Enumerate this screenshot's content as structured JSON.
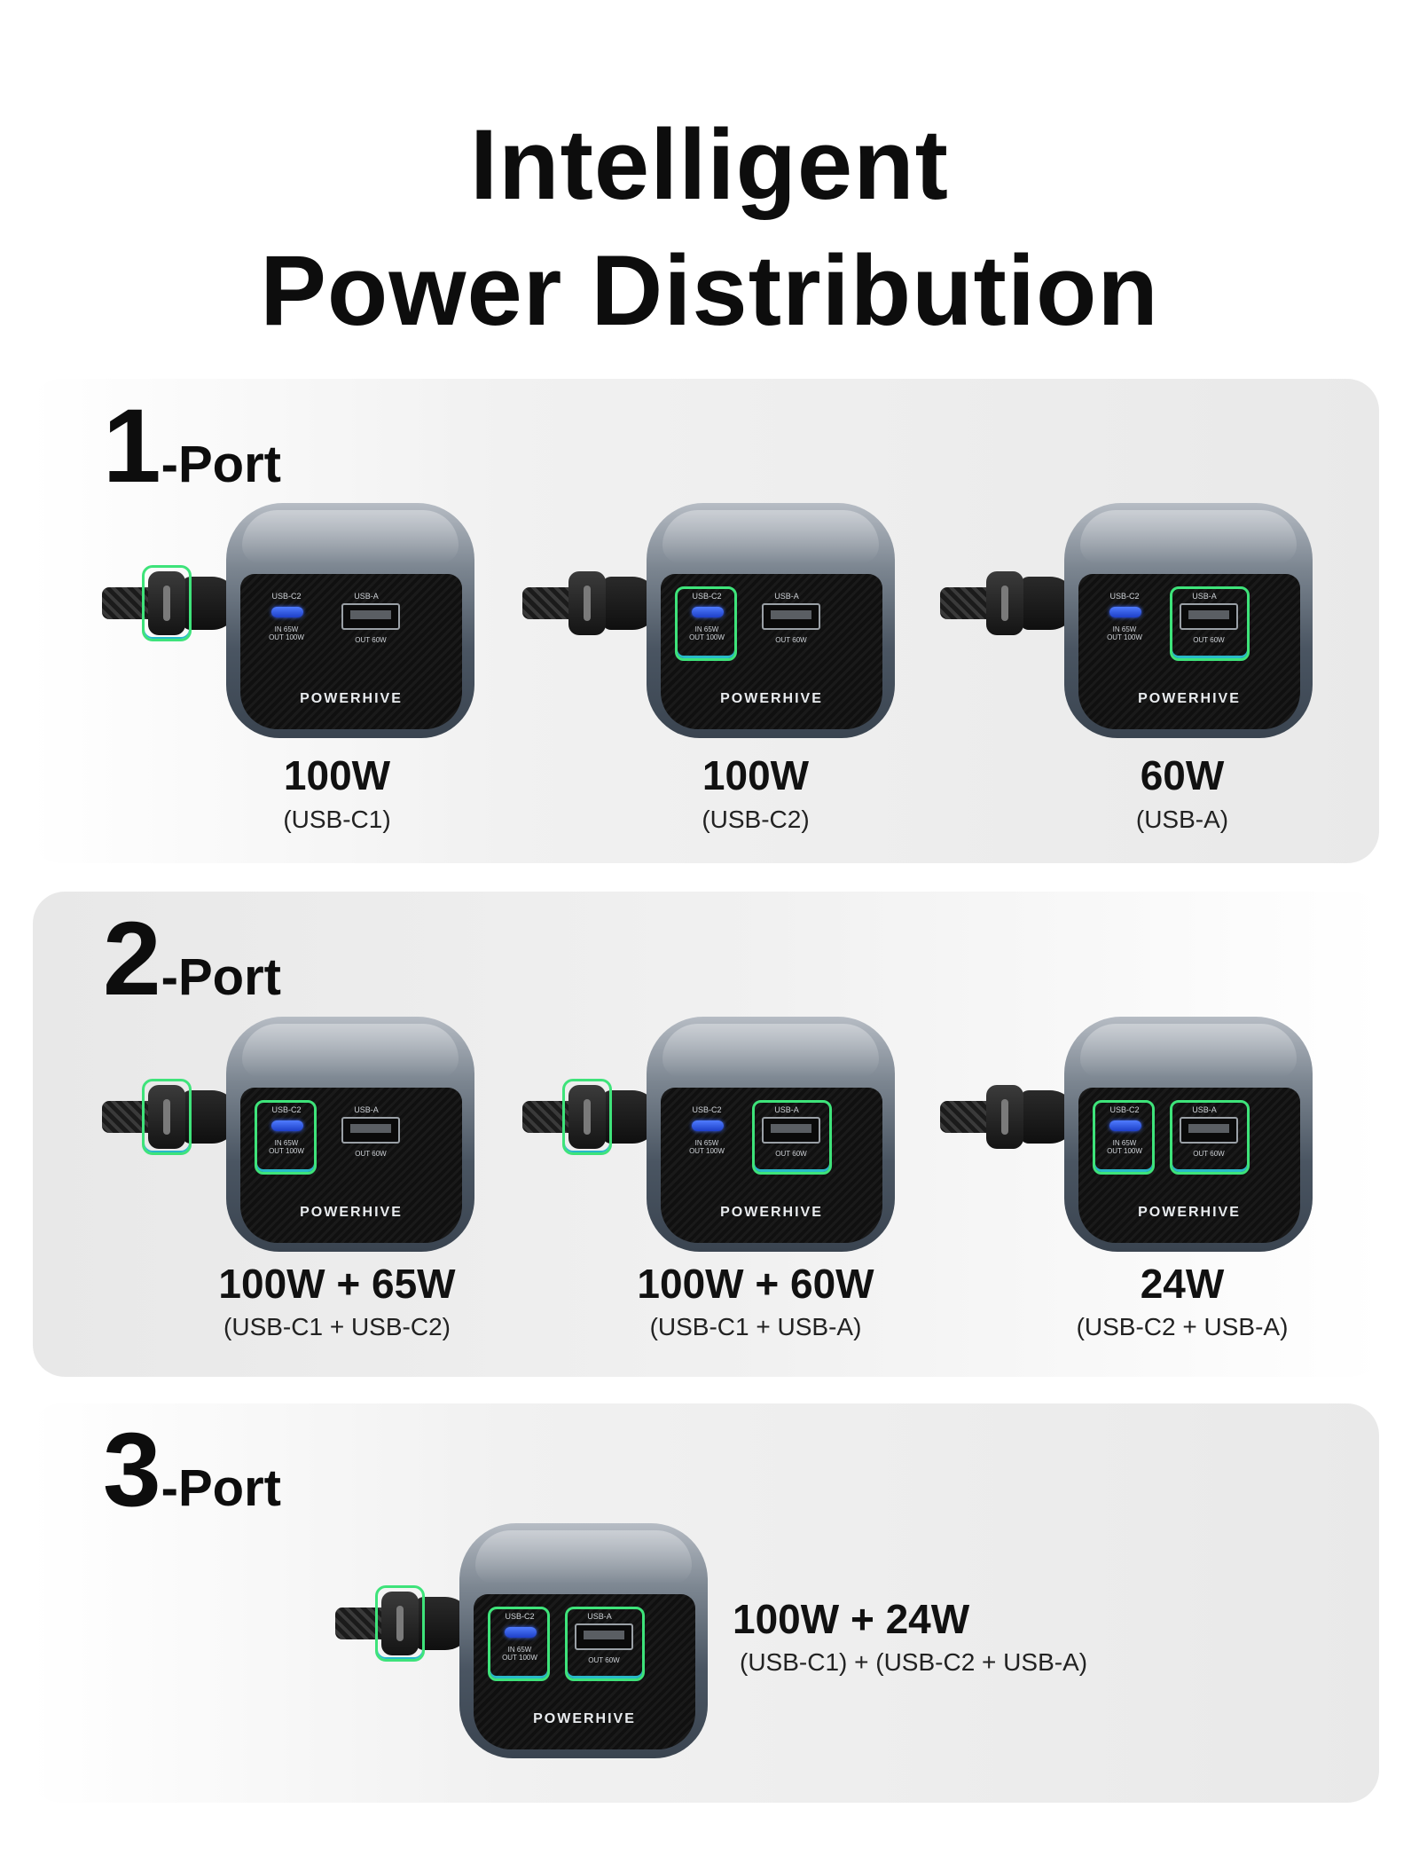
{
  "title": {
    "line1": "Intelligent",
    "line2": "Power Distribution"
  },
  "accent_colors": {
    "highlight_green": "#3ee37a",
    "highlight_cyan": "#29b9c9",
    "usb_c_blue": "#3f6bff"
  },
  "device_labels": {
    "brand": "POWERHIVE",
    "usb_c2": "USB-C2",
    "usb_c2_in": "IN 65W",
    "usb_c2_out": "OUT 100W",
    "usb_a": "USB-A",
    "usb_a_out": "OUT 60W"
  },
  "sections": [
    {
      "number": "1",
      "label": "-Port",
      "items": [
        {
          "watts": "100W",
          "ports": "(USB-C1)",
          "highlighted": [
            "USB-C1"
          ]
        },
        {
          "watts": "100W",
          "ports": "(USB-C2)",
          "highlighted": [
            "USB-C2"
          ]
        },
        {
          "watts": "60W",
          "ports": "(USB-A)",
          "highlighted": [
            "USB-A"
          ]
        }
      ]
    },
    {
      "number": "2",
      "label": "-Port",
      "items": [
        {
          "watts": "100W + 65W",
          "ports": "(USB-C1 + USB-C2)",
          "highlighted": [
            "USB-C1",
            "USB-C2"
          ]
        },
        {
          "watts": "100W + 60W",
          "ports": "(USB-C1 + USB-A)",
          "highlighted": [
            "USB-C1",
            "USB-A"
          ]
        },
        {
          "watts": "24W",
          "ports": "(USB-C2 + USB-A)",
          "highlighted": [
            "USB-C2",
            "USB-A"
          ]
        }
      ]
    },
    {
      "number": "3",
      "label": "-Port",
      "items": [
        {
          "watts": "100W + 24W",
          "ports": "(USB-C1) + (USB-C2 + USB-A)",
          "highlighted": [
            "USB-C1",
            "USB-C2",
            "USB-A"
          ]
        }
      ]
    }
  ]
}
